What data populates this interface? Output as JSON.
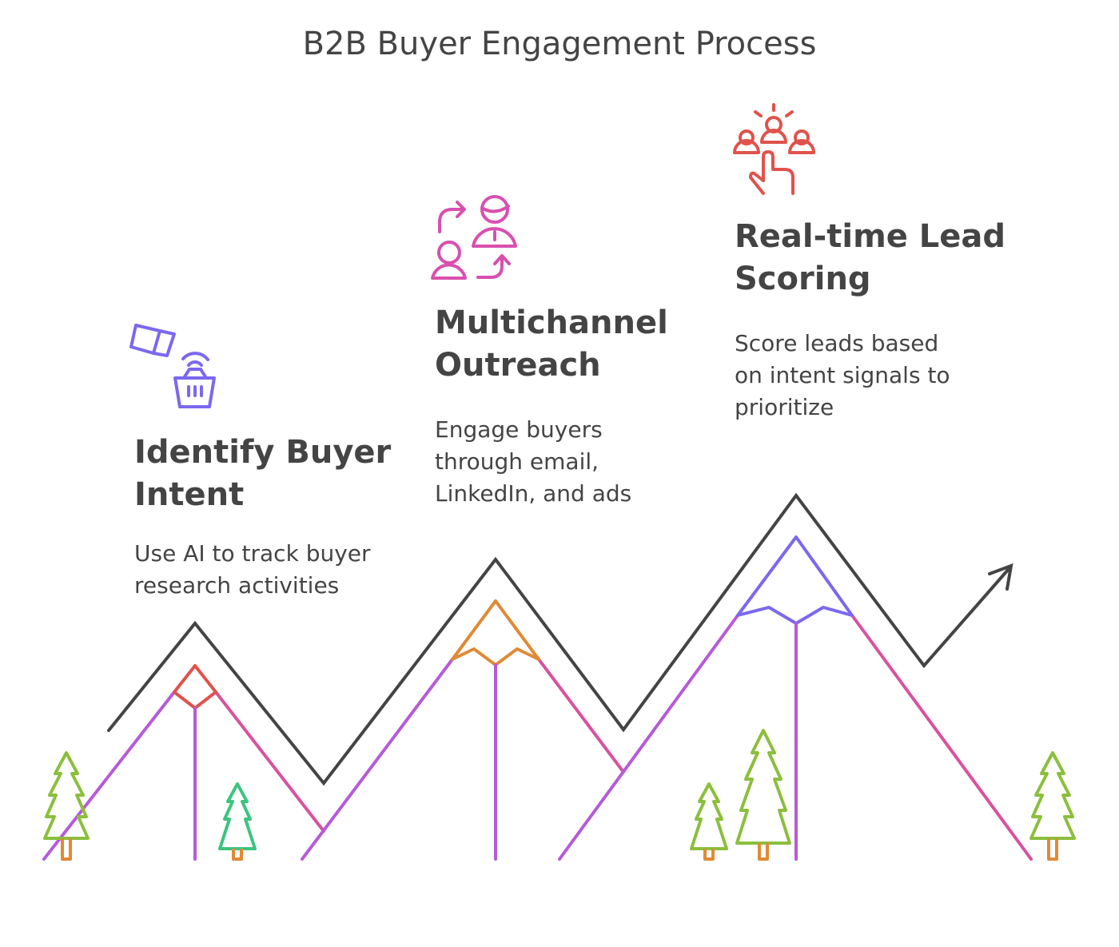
{
  "title": "B2B Buyer Engagement Process",
  "steps": [
    {
      "heading_line1": "Identify Buyer",
      "heading_line2": "Intent",
      "desc_line1": "Use AI to track buyer",
      "desc_line2": "research activities",
      "icon": "camera-basket-icon",
      "color": "#7b68ee"
    },
    {
      "heading_line1": "Multichannel",
      "heading_line2": "Outreach",
      "desc_line1": "Engage buyers",
      "desc_line2": "through email,",
      "desc_line3": "LinkedIn, and ads",
      "icon": "people-exchange-icon",
      "color": "#d94fb0"
    },
    {
      "heading_line1": "Real-time Lead",
      "heading_line2": "Scoring",
      "desc_line1": "Score leads based",
      "desc_line2": "on intent signals to",
      "desc_line3": "prioritize",
      "icon": "select-person-icon",
      "color": "#e0524b"
    }
  ],
  "colors": {
    "text": "#444444",
    "trend_line": "#444444",
    "mountain_left": "#b65bd8",
    "mountain_right": "#d9519e",
    "peak_red": "#e0524b",
    "peak_orange": "#e08a35",
    "peak_purple": "#7b68ee",
    "tree_green": "#8bbf3c",
    "tree_teal": "#3cc47e",
    "trunk": "#e08a35"
  }
}
